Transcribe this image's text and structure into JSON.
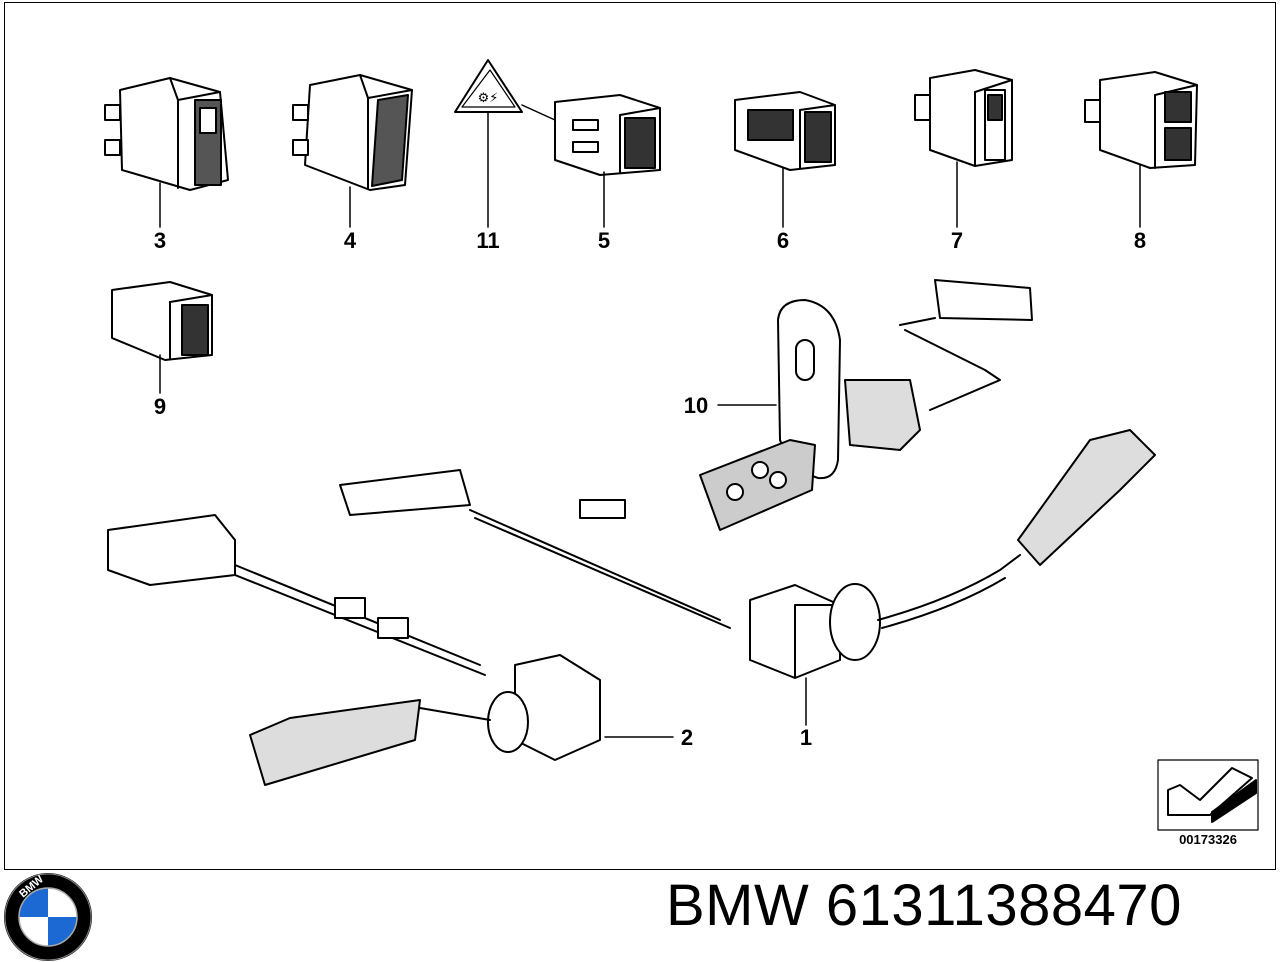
{
  "callouts": {
    "c1": "1",
    "c2": "2",
    "c3": "3",
    "c4": "4",
    "c5": "5",
    "c6": "6",
    "c7": "7",
    "c8": "8",
    "c9": "9",
    "c10": "10",
    "c11": "11"
  },
  "diagram_number": "00173326",
  "footer": {
    "brand": "BMW",
    "part_number": "61311388470"
  },
  "logo": {
    "letters": "BMW",
    "colors": {
      "blue": "#1c69d4",
      "ring": "#000000",
      "white": "#ffffff"
    }
  }
}
